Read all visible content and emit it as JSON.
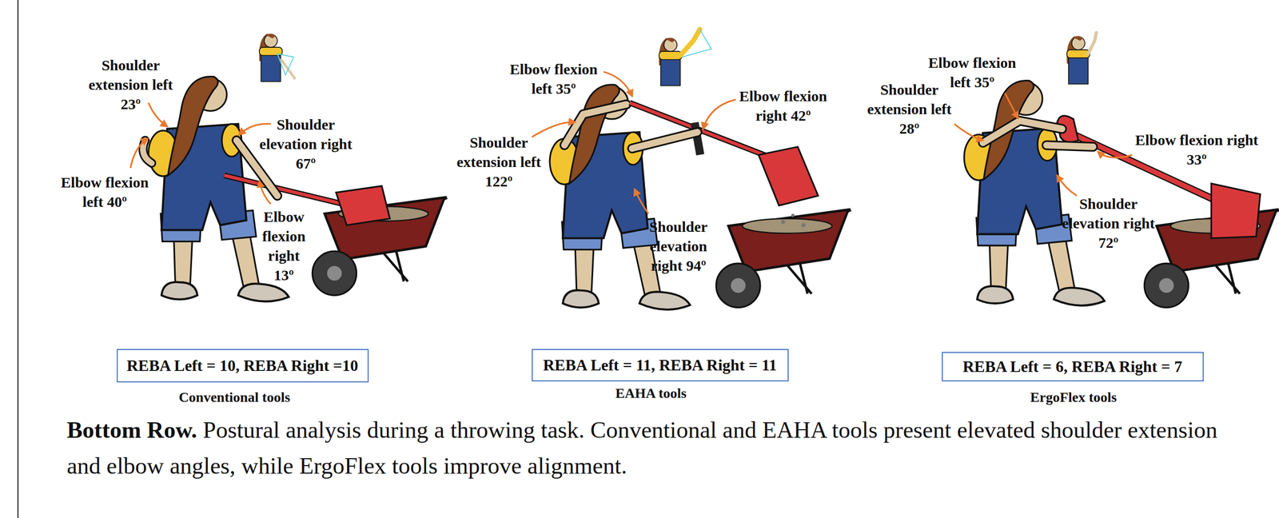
{
  "diagram": {
    "title": "Bottom Row.",
    "caption": "Postural analysis during a throwing task. Conventional and EAHA tools present elevated shoulder extension and elbow angles, while ErgoFlex tools improve alignment.",
    "nodes": [
      {
        "text": [
          "REBA Left = 10, REBA Right =10"
        ]
      },
      {
        "text": [
          "REBA Left = 11, REBA Right = 11"
        ]
      },
      {
        "text": [
          "REBA Left = 6, REBA Right = 7"
        ]
      }
    ],
    "labels": [
      "Shoulder extension left 23º",
      "Shoulder elevation right 67º",
      "Elbow flexion left 40º",
      "Elbow flexion right 13º",
      "Conventional tools",
      "Elbow flexion left 35º",
      "Shoulder extension left 122º",
      "Elbow flexion right 42º",
      "Shoulder elevation right 94º",
      "EAHA tools",
      "Elbow flexion left 35º",
      "Shoulder extension left 28º",
      "Elbow flexion right 33º",
      "Shoulder elevation right 72º",
      "ErgoFlex tools"
    ]
  }
}
